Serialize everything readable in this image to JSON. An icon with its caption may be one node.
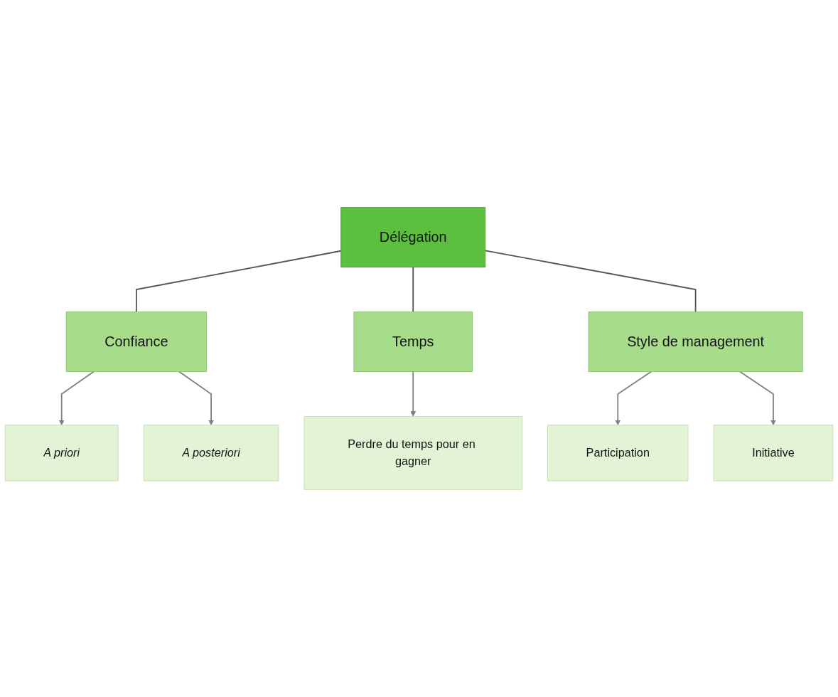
{
  "diagram": {
    "nodes": [
      {
        "text": [
          "Délégation"
        ]
      },
      {
        "text": [
          "Confiance"
        ]
      },
      {
        "text": [
          "Temps"
        ]
      },
      {
        "text": [
          "Style de management"
        ]
      },
      {
        "text": [
          "A priori"
        ]
      },
      {
        "text": [
          "A posteriori"
        ]
      },
      {
        "text": [
          "Perdre du temps pour en gagner"
        ]
      },
      {
        "text": [
          "Participation"
        ]
      },
      {
        "text": [
          "Initiative"
        ]
      }
    ],
    "edges": [
      {
        "from": 0,
        "to": 1,
        "arrow": "none"
      },
      {
        "from": 0,
        "to": 2,
        "arrow": "none"
      },
      {
        "from": 0,
        "to": 3,
        "arrow": "none"
      },
      {
        "from": 1,
        "to": 4,
        "arrow": "to",
        "color": "#808080"
      },
      {
        "from": 1,
        "to": 5,
        "arrow": "to",
        "color": "#808080"
      },
      {
        "from": 2,
        "to": 6,
        "arrow": "to",
        "color": "#808080"
      },
      {
        "from": 3,
        "to": 7,
        "arrow": "to",
        "color": "#808080"
      },
      {
        "from": 3,
        "to": 8,
        "arrow": "to",
        "color": "#808080"
      }
    ]
  }
}
